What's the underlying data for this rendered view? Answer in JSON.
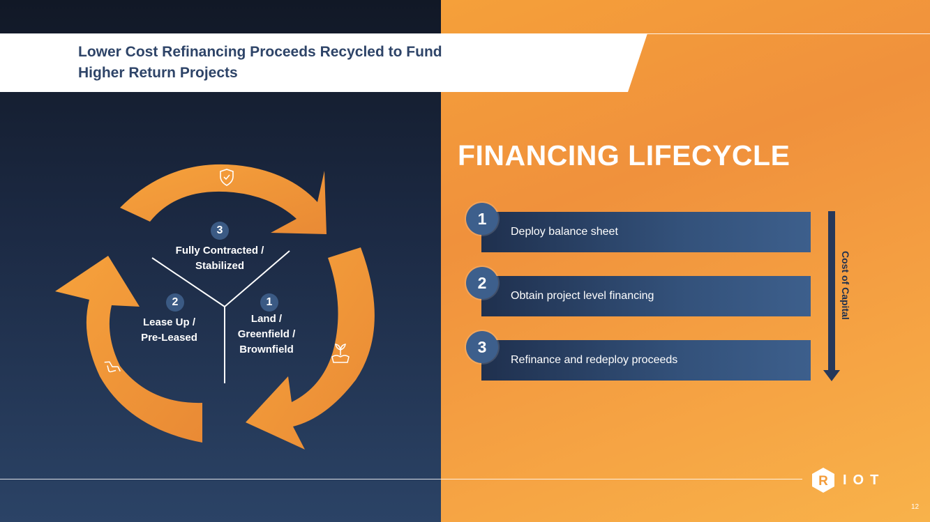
{
  "title": {
    "line1": "Lower Cost Refinancing Proceeds Recycled to Fund",
    "line2": "Higher Return Projects"
  },
  "cycle": {
    "stages": [
      {
        "number": "1",
        "label_lines": [
          "Land /",
          "Greenfield /",
          "Brownfield"
        ],
        "icon": "plant-hand-icon"
      },
      {
        "number": "2",
        "label_lines": [
          "Lease Up /",
          "Pre-Leased"
        ],
        "icon": "handshake-icon"
      },
      {
        "number": "3",
        "label_lines": [
          "Fully Contracted /",
          "Stabilized"
        ],
        "icon": "shield-check-icon"
      }
    ]
  },
  "lifecycle": {
    "heading": "FINANCING LIFECYCLE",
    "steps": [
      {
        "number": "1",
        "text": "Deploy balance sheet"
      },
      {
        "number": "2",
        "text": "Obtain project level financing"
      },
      {
        "number": "3",
        "text": "Refinance and redeploy proceeds"
      }
    ],
    "arrow_label": "Cost of Capital"
  },
  "logo": {
    "text": "IOT",
    "mark": "R"
  },
  "page_number": "12",
  "colors": {
    "navy": "#1f304e",
    "orange": "#f39c3a",
    "accent_blue": "#3d5f8c"
  }
}
